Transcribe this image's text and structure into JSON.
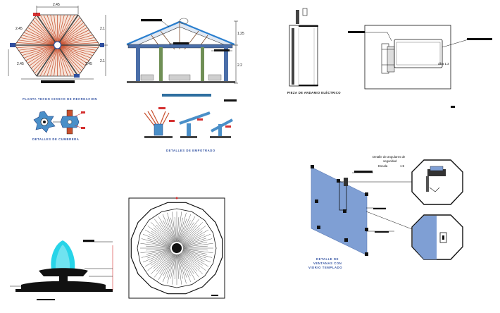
{
  "captions": {
    "hex_plan": "PLANTA TECHO KIOSCO DE RECREACION",
    "hinge": "DETALLES DE CUMBRERA",
    "anchor": "DETALLES DE EMPOTRADO",
    "cabinet": "PIEZA DE ANDAMIO ELÉCTRICO",
    "glass": [
      "DETALLE DE",
      "VENTANAS CON",
      "VIDRIO TEMPLADO"
    ],
    "note_title": [
      "Detalle de angulares de",
      "seguridad"
    ],
    "note_scale": [
      "Escala",
      "1:5"
    ]
  },
  "dimensions": {
    "hex_top": "2.45",
    "hex_upper_left": "2.45",
    "hex_lower_left": "2.45",
    "hex_lower_right": "2.45",
    "hex_right_a": "2.1",
    "hex_right_b": "2.1",
    "elev_upper": "1.25",
    "elev_lower": "2.2",
    "box_label": "diba 1.3"
  },
  "colors": {
    "accent_blue": "#2f4fa0",
    "roof_red": "#c8502e",
    "annotation_red": "#d43030",
    "glass_blue": "#7f9fd4",
    "water_cyan": "#27d4e8",
    "column_green": "#6f8f55",
    "column_blue": "#4a6ea8"
  }
}
